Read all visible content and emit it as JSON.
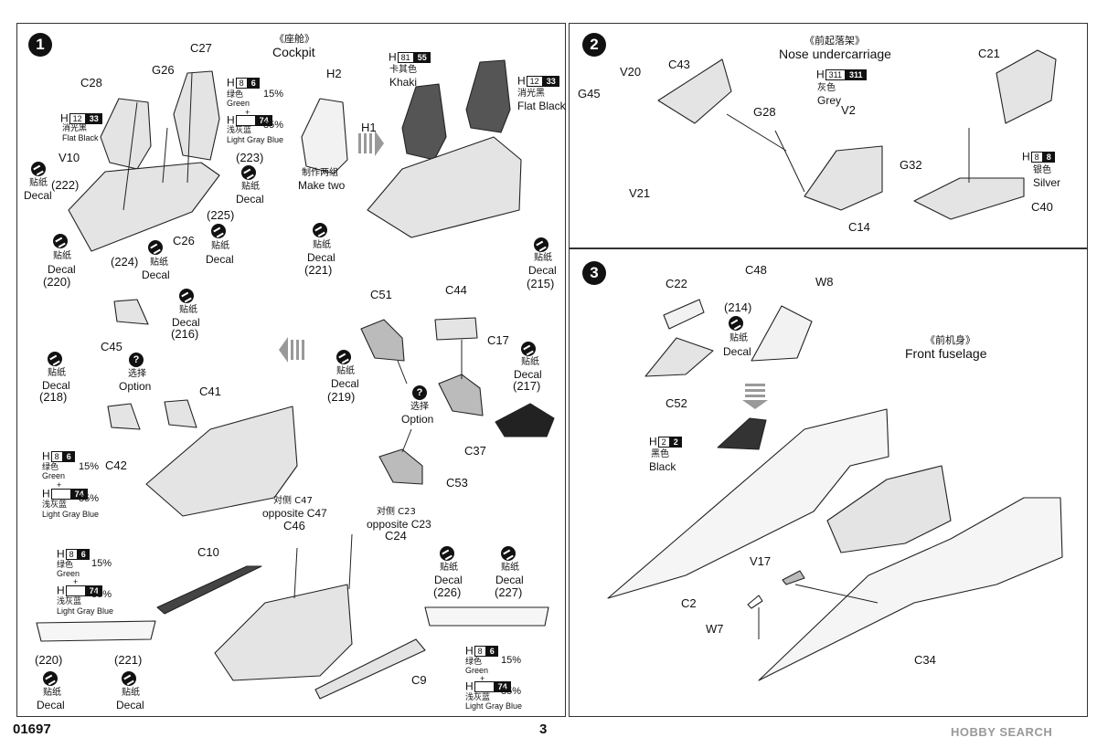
{
  "steps": {
    "s1": {
      "num": "1",
      "title_cn": "《座舱》",
      "title_en": "Cockpit"
    },
    "s2": {
      "num": "2",
      "title_cn": "《前起落架》",
      "title_en": "Nose undercarriage"
    },
    "s3": {
      "num": "3",
      "title_cn": "《前机身》",
      "title_en": "Front fuselage"
    }
  },
  "common": {
    "decal_cn": "贴纸",
    "decal_en": "Decal",
    "option_cn": "选择",
    "option_en": "Option",
    "make_two_cn": "制作两组",
    "make_two_en": "Make two",
    "opp_c47_cn": "对侧 C47",
    "opp_c47_en": "opposite C47",
    "opp_c23_cn": "对侧 C23",
    "opp_c23_en": "opposite C23"
  },
  "paints": {
    "h8": {
      "h": "H",
      "code": "8",
      "codek": "6",
      "cn": "绿色",
      "en": "Green",
      "pct": "15%"
    },
    "h74": {
      "h": "H",
      "code": "",
      "codek": "74",
      "cn": "浅灰蓝",
      "en": "Light Gray Blue",
      "pct": "85%"
    },
    "h12": {
      "h": "H",
      "code": "12",
      "codek": "33",
      "cn": "消光黑",
      "en": "Flat Black"
    },
    "h81": {
      "h": "H",
      "code": "81",
      "codek": "55",
      "cn": "卡其色",
      "en": "Khaki"
    },
    "h311": {
      "h": "H",
      "code": "311",
      "codek": "311",
      "cn": "灰色",
      "en": "Grey"
    },
    "h8s": {
      "h": "H",
      "code": "8",
      "codek": "8",
      "cn": "银色",
      "en": "Silver"
    },
    "h2": {
      "h": "H",
      "code": "2",
      "codek": "2",
      "cn": "黑色",
      "en": "Black"
    },
    "plus": "+"
  },
  "parts": {
    "C28": "C28",
    "G26": "G26",
    "C27": "C27",
    "V10": "V10",
    "H1": "H1",
    "H2": "H2",
    "d222": "(222)",
    "d223": "(223)",
    "d224": "(224)",
    "d225": "(225)",
    "C26": "C26",
    "d220": "(220)",
    "d216": "(216)",
    "d218": "(218)",
    "d221": "(221)",
    "d219": "(219)",
    "d215": "(215)",
    "d217": "(217)",
    "d226": "(226)",
    "d227": "(227)",
    "C45": "C45",
    "C41": "C41",
    "C42": "C42",
    "C51": "C51",
    "C44": "C44",
    "C17": "C17",
    "C37": "C37",
    "C53": "C53",
    "C46": "C46",
    "C24": "C24",
    "C10": "C10",
    "C9": "C9",
    "G45": "G45",
    "V20": "V20",
    "C43": "C43",
    "G28": "G28",
    "V2": "V2",
    "V21": "V21",
    "C14": "C14",
    "C21": "C21",
    "G32": "G32",
    "C40": "C40",
    "C22": "C22",
    "C48": "C48",
    "d214": "(214)",
    "W8": "W8",
    "C52": "C52",
    "V17": "V17",
    "C2": "C2",
    "W7": "W7",
    "C34": "C34"
  },
  "footer": {
    "code": "01697",
    "page": "3"
  },
  "watermark": "HOBBY SEARCH"
}
